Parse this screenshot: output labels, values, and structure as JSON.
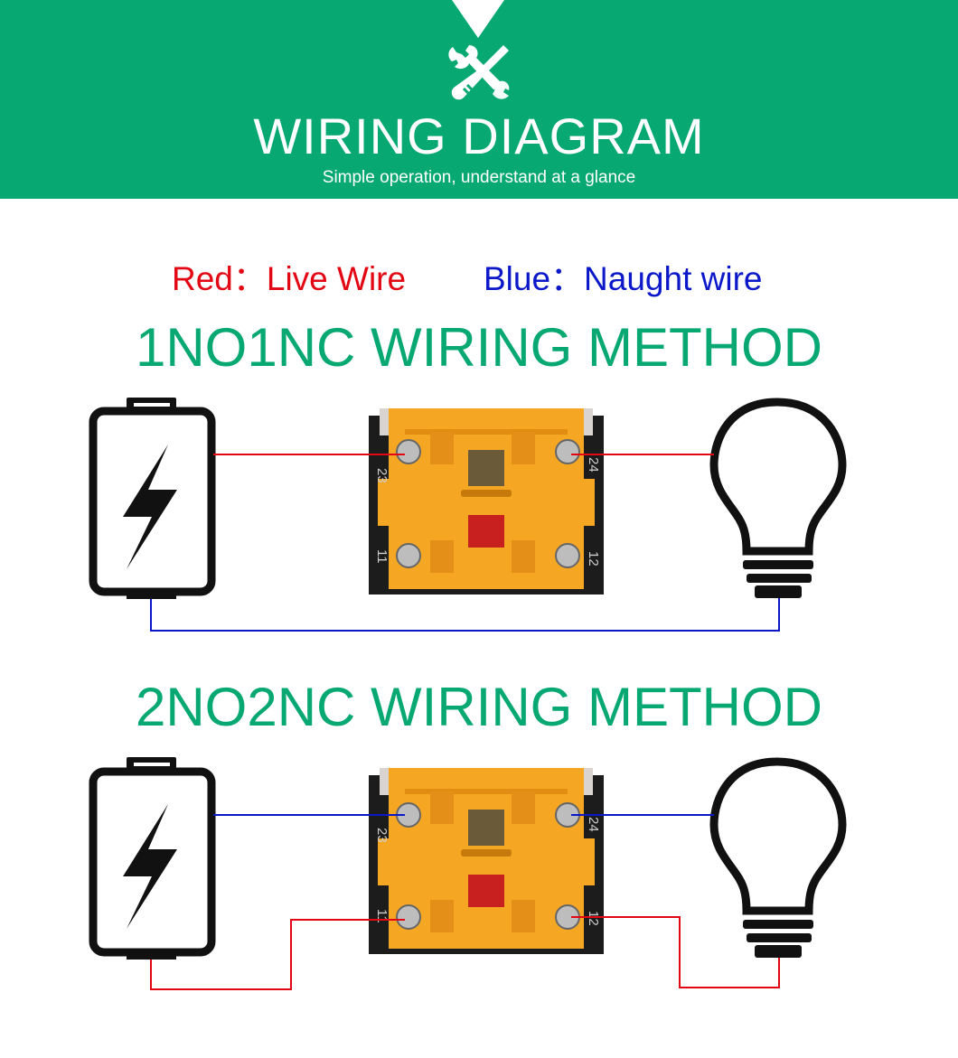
{
  "header": {
    "title": "WIRING DIAGRAM",
    "subtitle": "Simple operation, understand at a glance",
    "icon": "wrench-screwdriver-icon"
  },
  "legend": {
    "red": "Red：Live Wire",
    "blue": "Blue：Naught wire"
  },
  "methods": [
    {
      "title": "1NO1NC WIRING METHOD"
    },
    {
      "title": "2NO2NC WIRING METHOD"
    }
  ],
  "terminals": {
    "t23": "23",
    "t24": "24",
    "t11": "11",
    "t12": "12"
  },
  "colors": {
    "green": "#07a872",
    "live": "#e30613",
    "naught": "#0b18c9",
    "switch_orange": "#f5a623"
  }
}
